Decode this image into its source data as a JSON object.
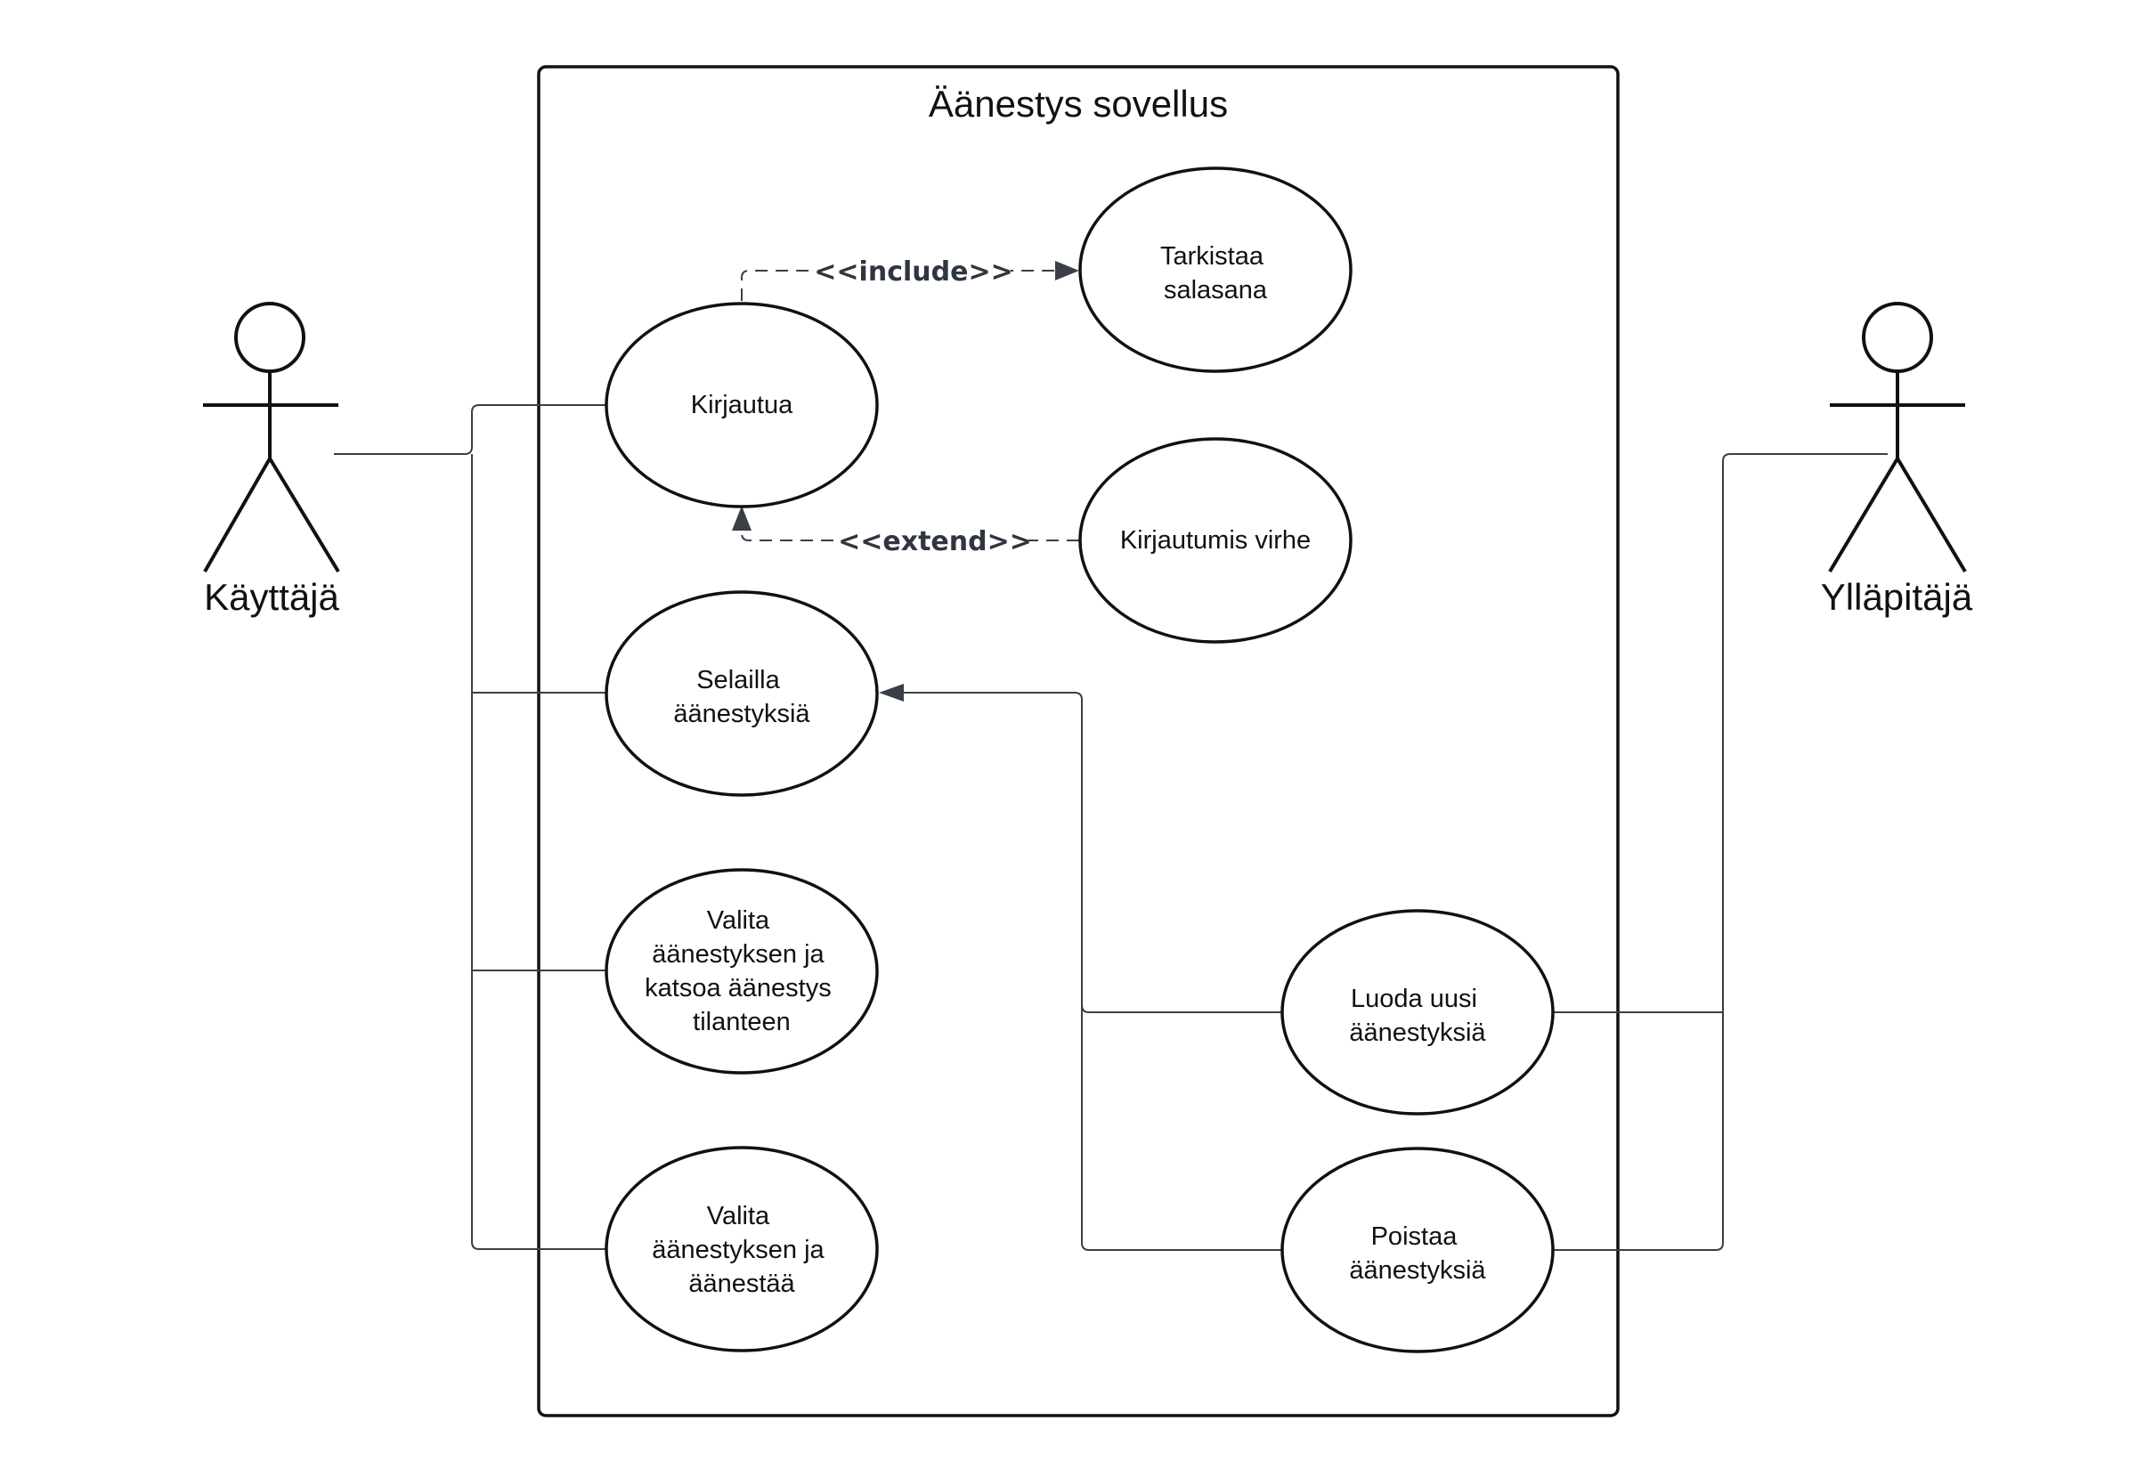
{
  "system": {
    "title": "Äänestys sovellus"
  },
  "actors": {
    "user": {
      "label": "Käyttäjä"
    },
    "admin": {
      "label": "Ylläpitäjä"
    }
  },
  "use_cases": {
    "login": {
      "lines": [
        "Kirjautua"
      ]
    },
    "check_password": {
      "lines": [
        "Tarkistaa",
        "salasana"
      ]
    },
    "login_error": {
      "lines": [
        "Kirjautumis virhe"
      ]
    },
    "browse": {
      "lines": [
        "Selailla",
        "äänestyksiä"
      ]
    },
    "view_status": {
      "lines": [
        "Valita",
        "äänestyksen ja",
        "katsoa äänestys",
        "tilanteen"
      ]
    },
    "vote": {
      "lines": [
        "Valita",
        "äänestyksen ja",
        "äänestää"
      ]
    },
    "create": {
      "lines": [
        "Luoda uusi",
        "äänestyksiä"
      ]
    },
    "delete": {
      "lines": [
        "Poistaa",
        "äänestyksiä"
      ]
    }
  },
  "relations": {
    "include_label": "<<include>>",
    "extend_label": "<<extend>>"
  }
}
